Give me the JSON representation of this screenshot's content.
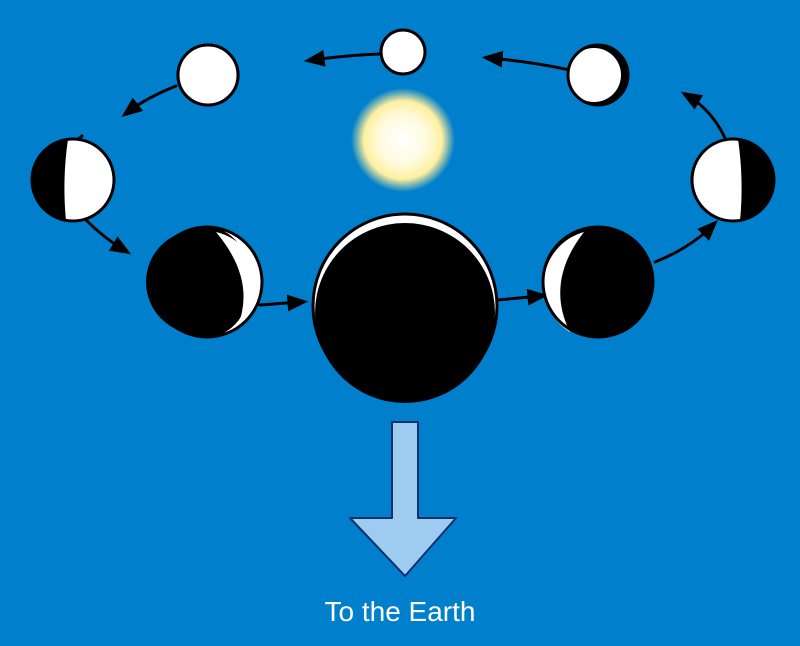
{
  "diagram": {
    "caption": "To the Earth",
    "colors": {
      "background": "#0080cc",
      "moon_lit": "#ffffff",
      "moon_dark": "#000000",
      "sun_core": "#ffffff",
      "sun_glow": "#fff2a8",
      "arrow_fill": "#9ecbf0",
      "arrow_stroke": "#10306a"
    },
    "elements": [
      "sun-icon",
      "moon-orbit-path",
      "moon-phase-icons",
      "earth-direction-arrow"
    ]
  }
}
